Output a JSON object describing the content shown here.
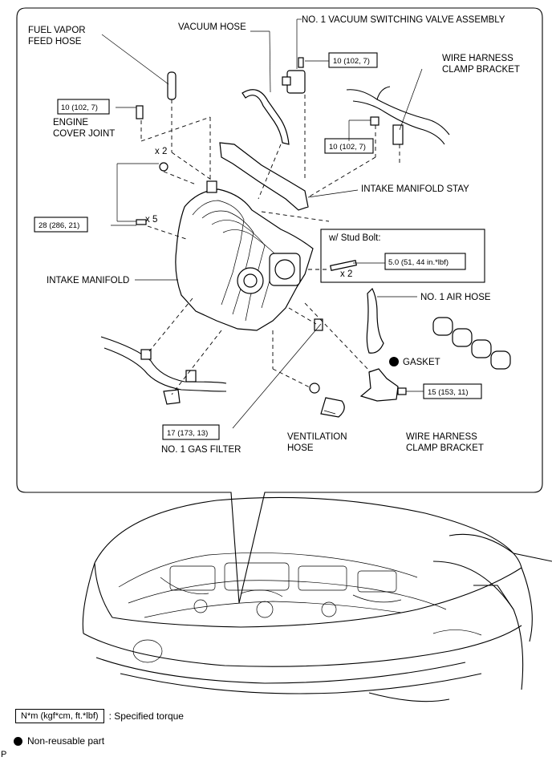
{
  "labels": {
    "fuel_vapor": [
      "FUEL VAPOR",
      "FEED HOSE"
    ],
    "vacuum_hose": "VACUUM HOSE",
    "vsv": "NO. 1 VACUUM SWITCHING VALVE ASSEMBLY",
    "wire_bracket_top": [
      "WIRE HARNESS",
      "CLAMP BRACKET"
    ],
    "engine_cover_joint": [
      "ENGINE",
      "COVER JOINT"
    ],
    "intake_stay": "INTAKE MANIFOLD STAY",
    "intake_manifold": "INTAKE MANIFOLD",
    "stud_bolt": "w/ Stud Bolt:",
    "air_hose": "NO. 1 AIR HOSE",
    "gasket": "GASKET",
    "ventilation_hose": [
      "VENTILATION",
      "HOSE"
    ],
    "wire_bracket_bottom": [
      "WIRE HARNESS",
      "CLAMP BRACKET"
    ],
    "gas_filter": "NO. 1 GAS FILTER"
  },
  "torques": {
    "vsv": "10 (102, 7)",
    "engine_cover": "10 (102, 7)",
    "wire_bracket_top": "10 (102, 7)",
    "manifold": "28 (286, 21)",
    "stud_bolt": "5.0 (51, 44 in.*lbf)",
    "wire_bracket_bottom": "15 (153, 11)",
    "gas_filter": "17 (173, 13)"
  },
  "quantities": {
    "nut": "x 2",
    "bolt": "x 5",
    "stud": "x 2"
  },
  "legend": {
    "torque_unit": "N*m (kgf*cm, ft.*lbf)",
    "torque_desc": ": Specified torque",
    "nonreusable_desc": "Non-reusable part"
  },
  "corner_mark": "P"
}
